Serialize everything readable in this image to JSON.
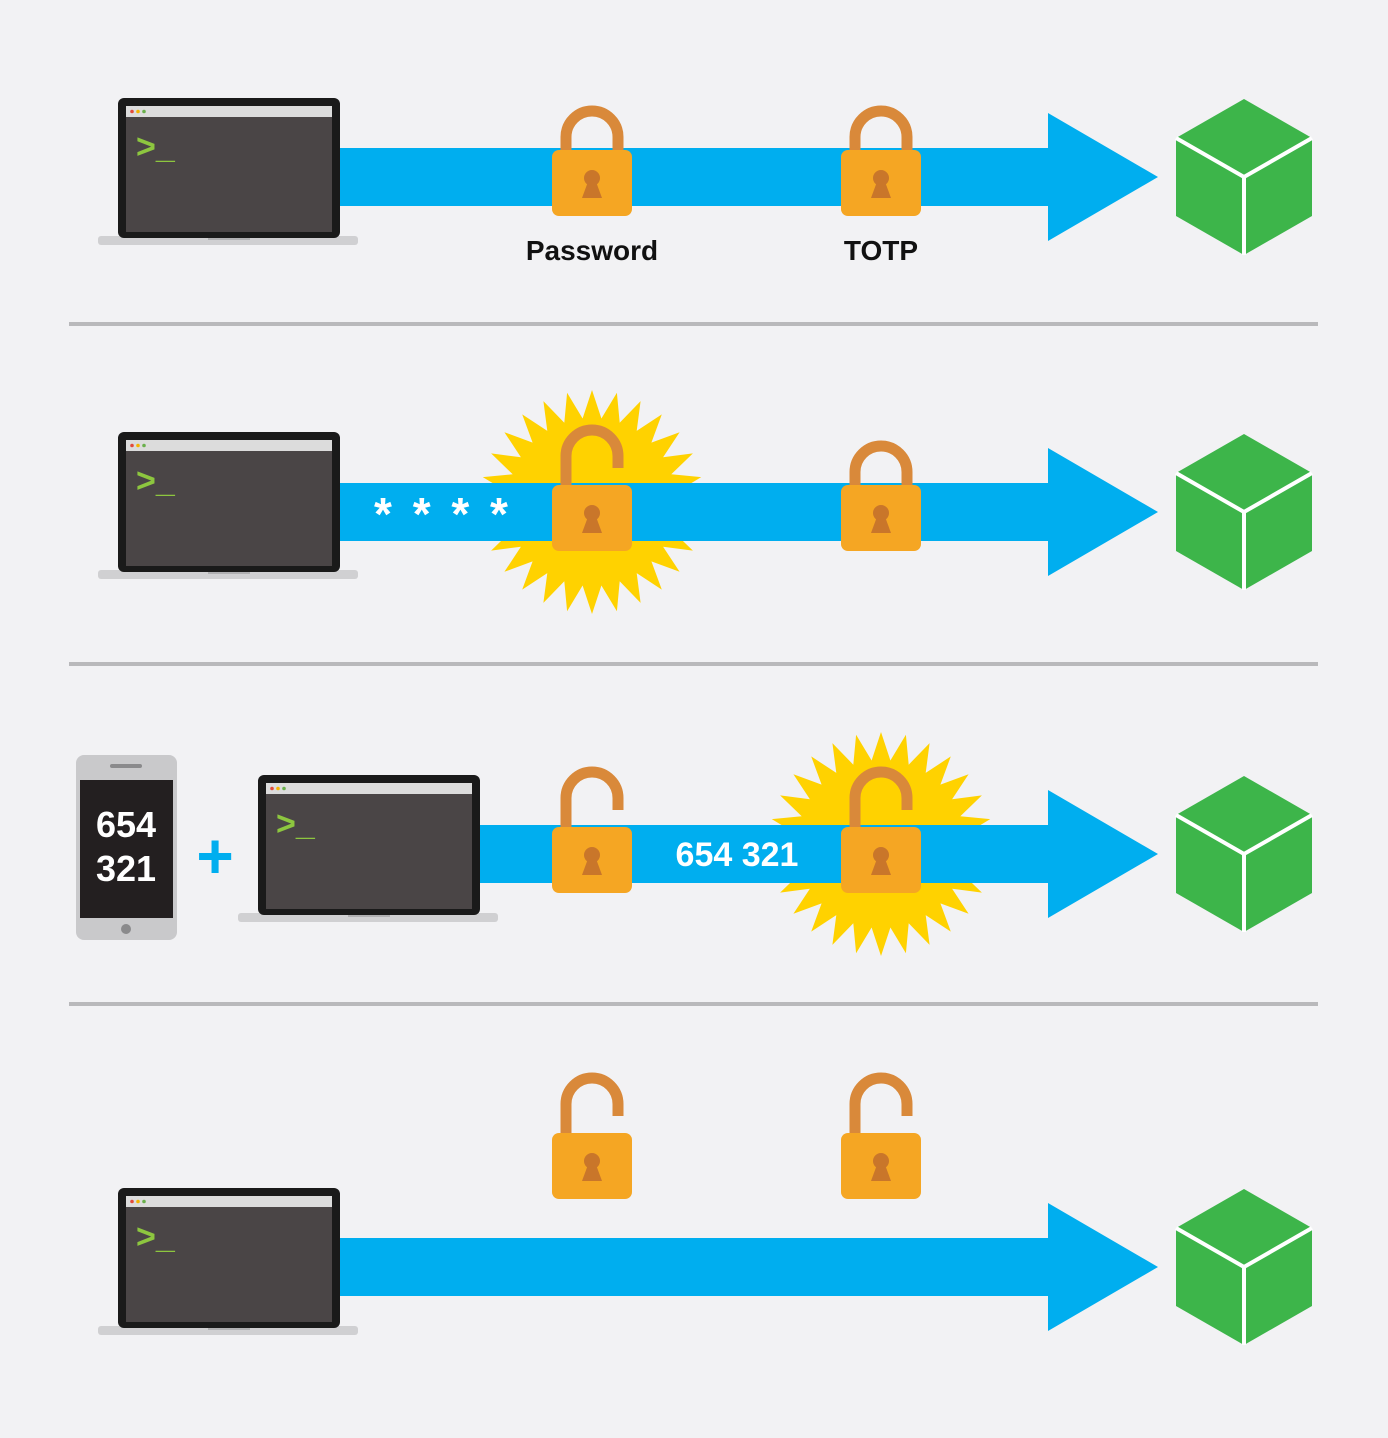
{
  "colors": {
    "background": "#f2f2f4",
    "arrow": "#00aeef",
    "lock": "#f5a623",
    "lock_shackle": "#d9893a",
    "keyhole": "#c9762a",
    "burst": "#ffd200",
    "cube": "#3db54a",
    "cube_edge": "#ffffff",
    "laptop_frame": "#1a1a1a",
    "laptop_screen": "#4a4546",
    "prompt": "#8dc63f",
    "divider": "#b9b9bb",
    "phone_body": "#c9c9cb",
    "phone_screen": "#231f20"
  },
  "terminal_prompt": ">_",
  "rows": [
    {
      "id": "normal",
      "locks": [
        {
          "state": "locked",
          "label": "Password"
        },
        {
          "state": "locked",
          "label": "TOTP"
        }
      ]
    },
    {
      "id": "password-cracked",
      "path_text": "* * * *",
      "locks": [
        {
          "state": "unlocked",
          "burst": true
        },
        {
          "state": "locked"
        }
      ]
    },
    {
      "id": "totp-bypassed",
      "phone_code": [
        "654",
        "321"
      ],
      "plus_sign": "+",
      "path_text": "654 321",
      "locks": [
        {
          "state": "unlocked"
        },
        {
          "state": "unlocked",
          "burst": true
        }
      ]
    },
    {
      "id": "direct-access",
      "locks": [
        {
          "state": "unlocked"
        },
        {
          "state": "unlocked"
        }
      ]
    }
  ]
}
